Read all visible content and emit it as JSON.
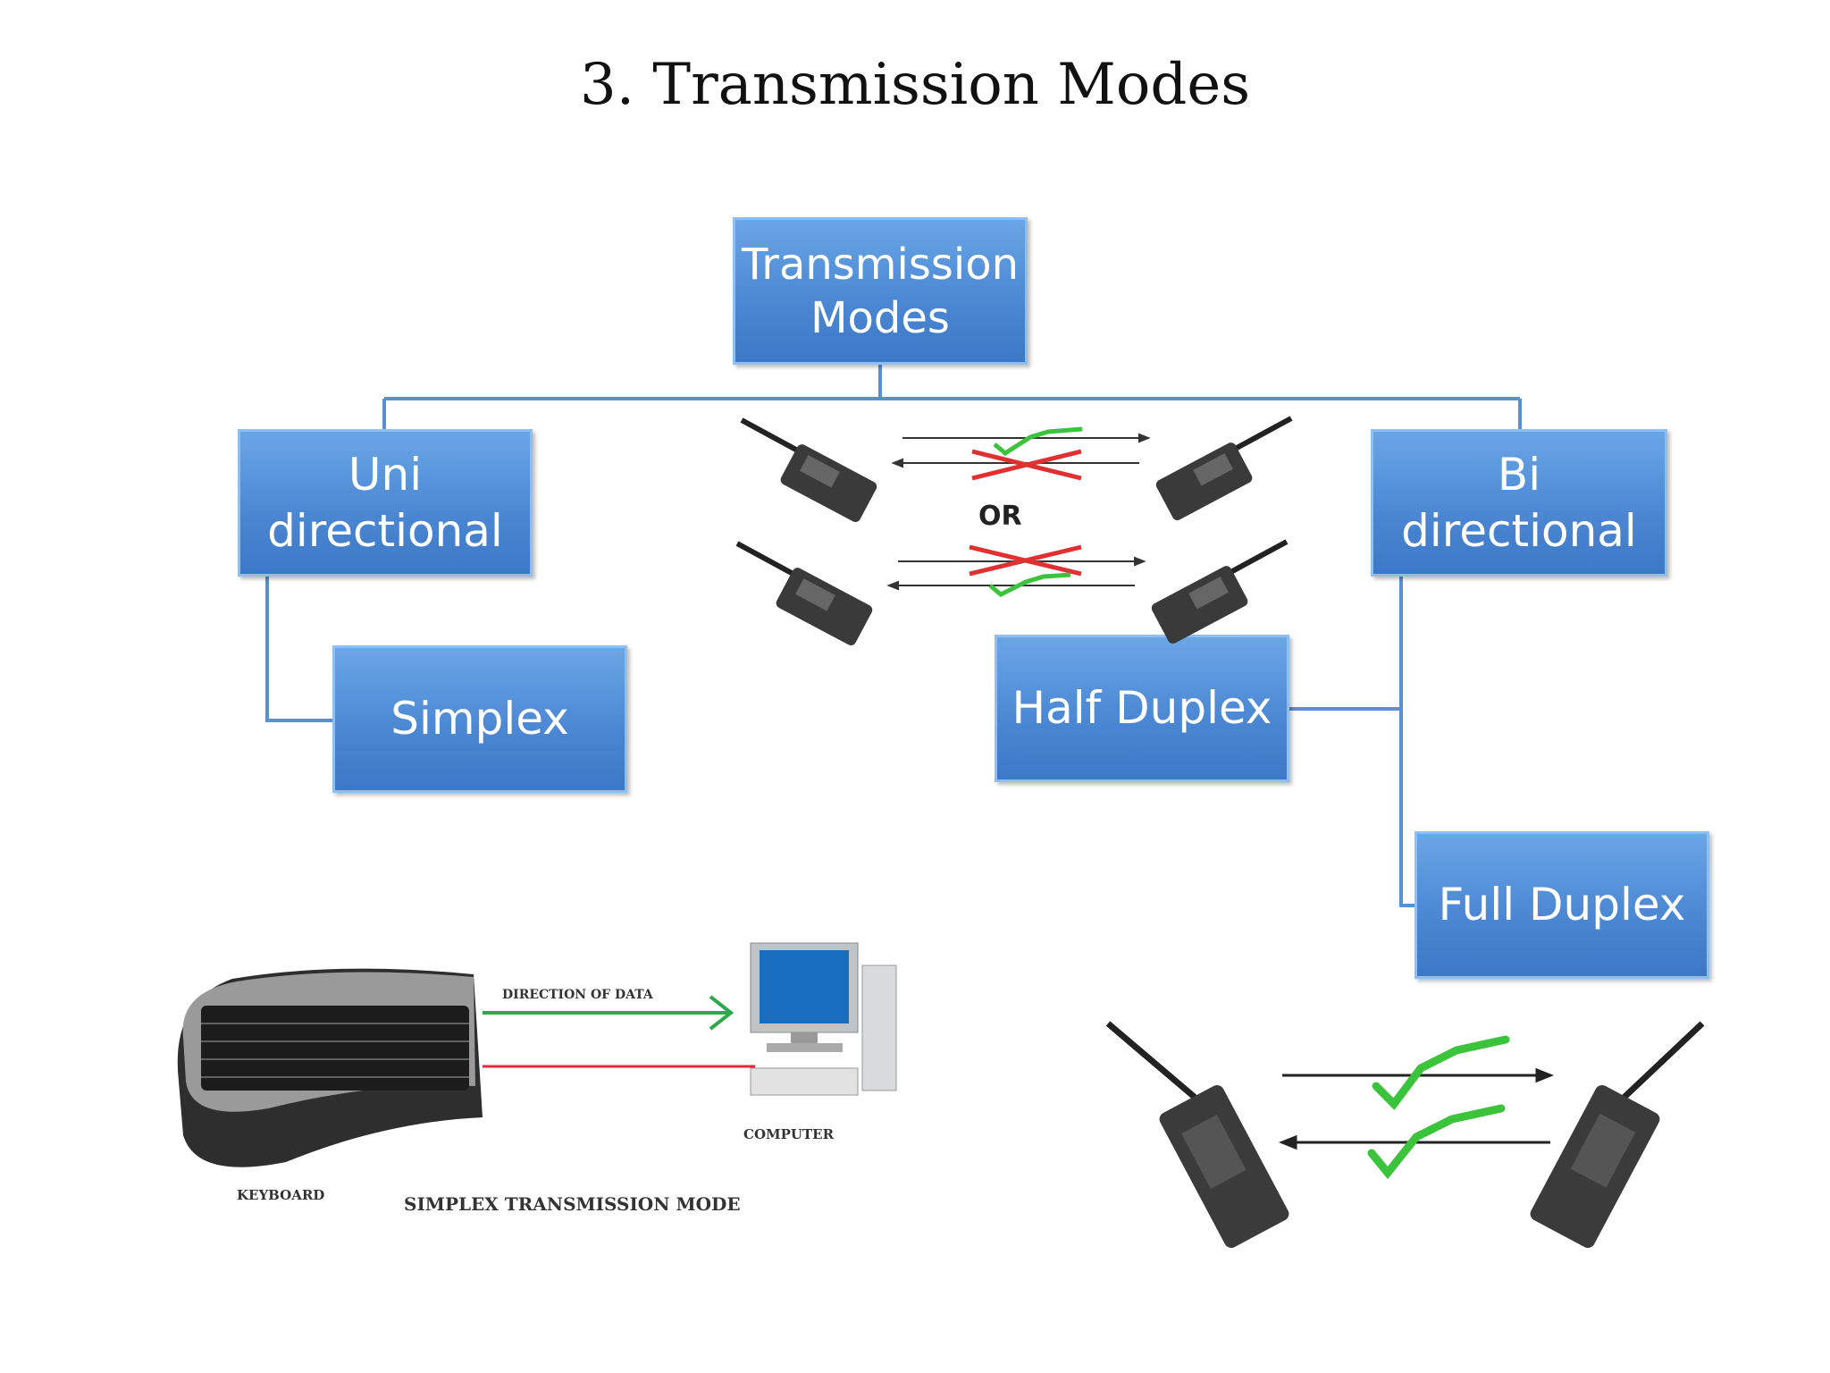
{
  "title": "3. Transmission Modes",
  "boxes": {
    "root": "Transmission\nModes",
    "uni": "Uni\ndirectional",
    "bi": "Bi directional",
    "simplex": "Simplex",
    "half": "Half Duplex",
    "full": "Full Duplex"
  },
  "half_duplex_illustration": {
    "or_label": "OR"
  },
  "simplex_illustration": {
    "direction_label": "DIRECTION OF DATA",
    "computer_label": "COMPUTER",
    "keyboard_label": "KEYBOARD",
    "caption": "SIMPLEX TRANSMISSION MODE"
  },
  "colors": {
    "box_fill": "#4a86d2",
    "connector": "#5b8fcf",
    "check": "#3cc33c",
    "cross": "#e03030",
    "data_arrow": "#2ea84a",
    "blocked_line": "#e02a3a"
  }
}
